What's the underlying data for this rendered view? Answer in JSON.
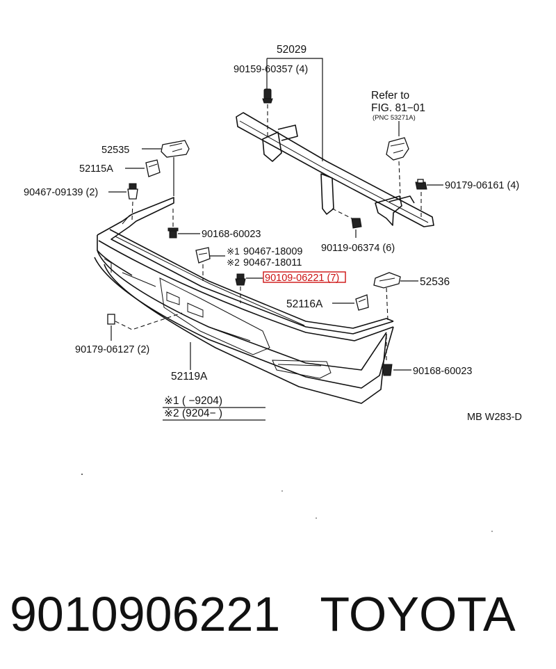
{
  "diagram": {
    "labels": {
      "p52029": "52029",
      "p90159": "90159-60357 (4)",
      "refer_to": "Refer to",
      "fig": "FIG. 81−01",
      "pnc": "(PNC 53271A)",
      "p52535": "52535",
      "p52115A": "52115A",
      "p90467_09139": "90467-09139 (2)",
      "p90179_06161": "90179-06161 (4)",
      "p90168_60023_top": "90168-60023",
      "p90119": "90119-06374 (6)",
      "note1_mark": "※1",
      "p90467_18009": "90467-18009",
      "note2_mark": "※2",
      "p90467_18011": "90467-18011",
      "p90109_06221": "90109-06221 (7)",
      "p52536": "52536",
      "p52116A": "52116A",
      "p90179_06127": "90179-06127 (2)",
      "p52119A": "52119A",
      "p90168_60023_bottom": "90168-60023",
      "legend1": "※1 (       −9204)",
      "legend2": "※2 (9204−        )",
      "diagram_code": "MB W283-D"
    },
    "highlight_color": "#cc1111"
  },
  "caption": {
    "part_number": "9010906221",
    "brand": "TOYOTA",
    "full": "9010906221   TOYOTA"
  }
}
